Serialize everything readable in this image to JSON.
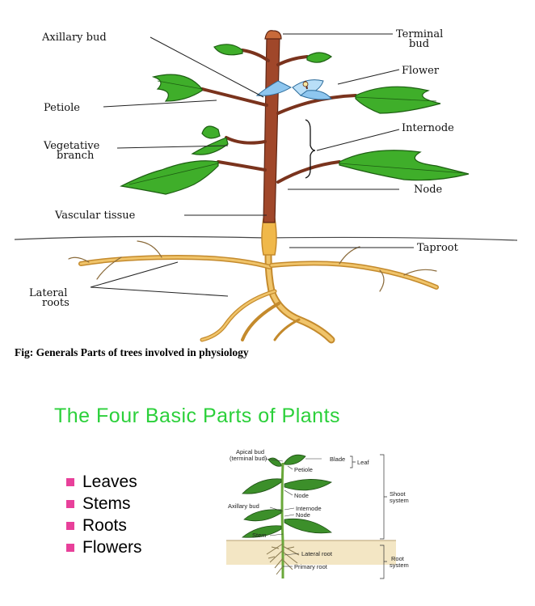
{
  "top_figure": {
    "labels": {
      "axillary_bud": "Axillary bud",
      "terminal_bud_line1": "Terminal",
      "terminal_bud_line2": "bud",
      "flower": "Flower",
      "petiole": "Petiole",
      "internode": "Internode",
      "vegetative_branch_line1": "Vegetative",
      "vegetative_branch_line2": "branch",
      "node": "Node",
      "vascular_tissue": "Vascular tissue",
      "taproot": "Taproot",
      "lateral_roots_line1": "Lateral",
      "lateral_roots_line2": "roots"
    },
    "caption": "Fig: Generals Parts of trees involved in physiology"
  },
  "bottom_section": {
    "title": "The Four Basic Parts of Plants",
    "parts": [
      "Leaves",
      "Stems",
      "Roots",
      "Flowers"
    ],
    "diagram_labels": {
      "apical_bud_line1": "Apical bud",
      "apical_bud_line2": "(terminal bud)",
      "blade": "Blade",
      "leaf": "Leaf",
      "petiole": "Petiole",
      "node1": "Node",
      "shoot_system_line1": "Shoot",
      "shoot_system_line2": "system",
      "axillary_bud": "Axillary bud",
      "internode": "Internode",
      "node2": "Node",
      "stem": "Stem",
      "lateral_root": "Lateral root",
      "primary_root": "Primary root",
      "root_system_line1": "Root",
      "root_system_line2": "system"
    }
  },
  "colors": {
    "title_green": "#2bd03a",
    "bullet_pink": "#e8409a",
    "leaf_green": "#3fae2a",
    "stem_brown": "#9b4a2c",
    "root_tan": "#d9a64a"
  }
}
